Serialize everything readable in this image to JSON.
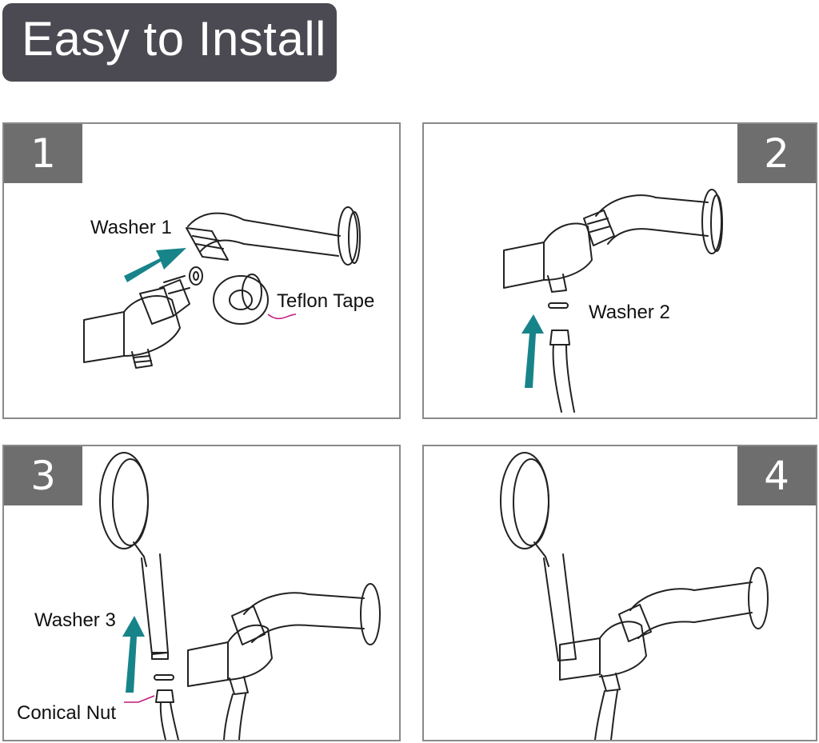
{
  "header": {
    "title": "Easy to Install"
  },
  "colors": {
    "header_bg": "#4b4a52",
    "step_badge": "#6e6e6e",
    "arrow": "#17848a",
    "callout": "#c2187a"
  },
  "steps": [
    {
      "number": "1",
      "labels": {
        "washer": "Washer 1",
        "tape": "Teflon Tape"
      }
    },
    {
      "number": "2",
      "labels": {
        "washer": "Washer 2"
      }
    },
    {
      "number": "3",
      "labels": {
        "washer": "Washer 3",
        "nut": "Conical Nut"
      }
    },
    {
      "number": "4",
      "labels": {}
    }
  ]
}
